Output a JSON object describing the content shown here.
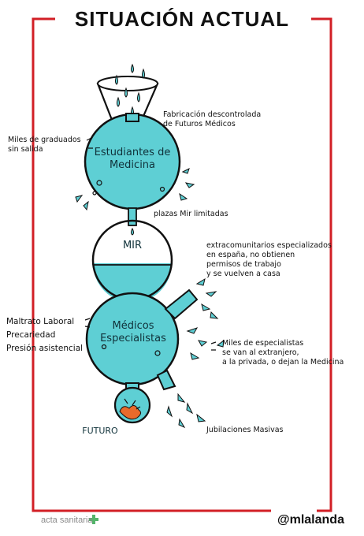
{
  "title": "SITUACIÓN ACTUAL",
  "colors": {
    "fluid": "#5ecfd4",
    "frame": "#d21f26",
    "ink": "#111111",
    "brain": "#e86a2b",
    "cross": "#55b46b"
  },
  "flasks": {
    "top": "Estudiantes de\nMedicina",
    "middle": "MIR",
    "bottom": "Médicos\nEspecialistas",
    "brain": "FUTURO"
  },
  "annotations": {
    "fabricacion": "Fabricación descontrolada\nde Futuros Médicos",
    "graduados": "Miles de graduados\nsin salida",
    "plazas": "plazas Mir limitadas",
    "extracomunitarios": "extracomunitarios especializados\nen españa, no obtienen\npermisos de trabajo\ny se vuelven a casa",
    "maltrato": "Maltrato Laboral\nPrecariedad\nPresión asistencial",
    "especialistas": "Miles de especialistas\nse van al extranjero,\na la privada, o dejan la Medicina",
    "jubilaciones": "Jubilaciones Masivas"
  },
  "footer": {
    "source": "acta sanitaria",
    "author": "@mlalanda"
  }
}
